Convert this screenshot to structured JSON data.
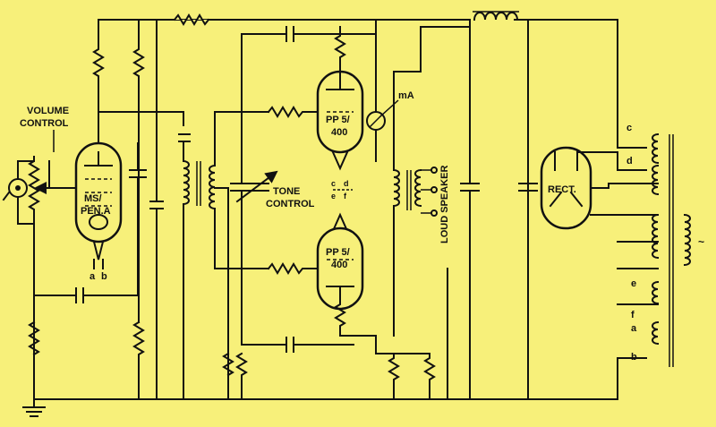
{
  "labels": {
    "volume_control_line1": "VOLUME",
    "volume_control_line2": "CONTROL",
    "valve1_line1": "MS/",
    "valve1_line2": "PEN.A",
    "valve2_line1": "PP 5/",
    "valve2_line2": "400",
    "valve3_line1": "PP 5/",
    "valve3_line2": "400",
    "tone_control_line1": "TONE",
    "tone_control_line2": "CONTROL",
    "milliammeter": "mA",
    "loud_speaker": "LOUD SPEAKER",
    "rectifier": "RECT.",
    "mains_symbol": "~",
    "heater_a": "a",
    "heater_b": "b",
    "heater_c": "c",
    "heater_d": "d",
    "heater_e": "e",
    "heater_f": "f",
    "tap_c": "c",
    "tap_d": "d",
    "tap_e": "e",
    "tap_f": "f",
    "tap_a": "a",
    "tap_b": "b"
  },
  "colors": {
    "background": "#f7f07a",
    "ink": "#111111"
  }
}
